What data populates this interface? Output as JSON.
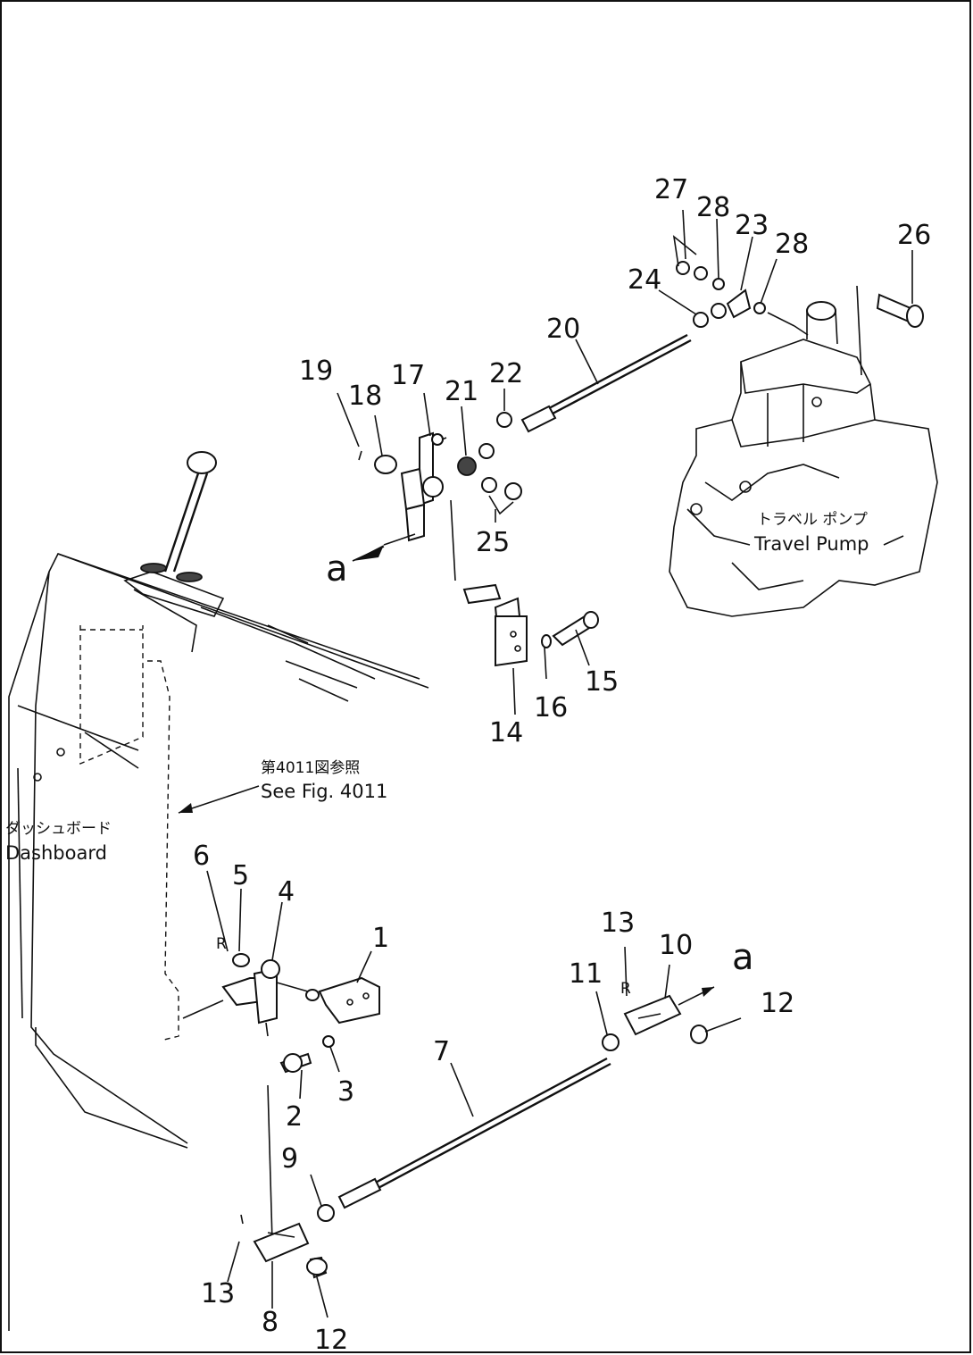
{
  "labels": {
    "dashboard_jp": "ダッシュボード",
    "dashboard_en": "Dashboard",
    "see_fig_jp": "第4011図参照",
    "see_fig_en": "See Fig. 4011",
    "travel_pump_jp": "トラベル ポンプ",
    "travel_pump_en": "Travel Pump",
    "view_a_upper": "a",
    "view_a_lower": "a"
  },
  "parts": {
    "p1": "1",
    "p2": "2",
    "p3": "3",
    "p4": "4",
    "p5": "5",
    "p6": "6",
    "p7": "7",
    "p8": "8",
    "p9": "9",
    "p10": "10",
    "p11": "11",
    "p12_right": "12",
    "p12_bottom": "12",
    "p13_right": "13",
    "p13_left": "13",
    "p14": "14",
    "p15": "15",
    "p16": "16",
    "p17": "17",
    "p18": "18",
    "p19": "19",
    "p20": "20",
    "p21": "21",
    "p22": "22",
    "p23": "23",
    "p24": "24",
    "p25": "25",
    "p26": "26",
    "p27": "27",
    "p28_left": "28",
    "p28_right": "28"
  },
  "small_marks": {
    "r_left": "R",
    "r_right": "R"
  }
}
